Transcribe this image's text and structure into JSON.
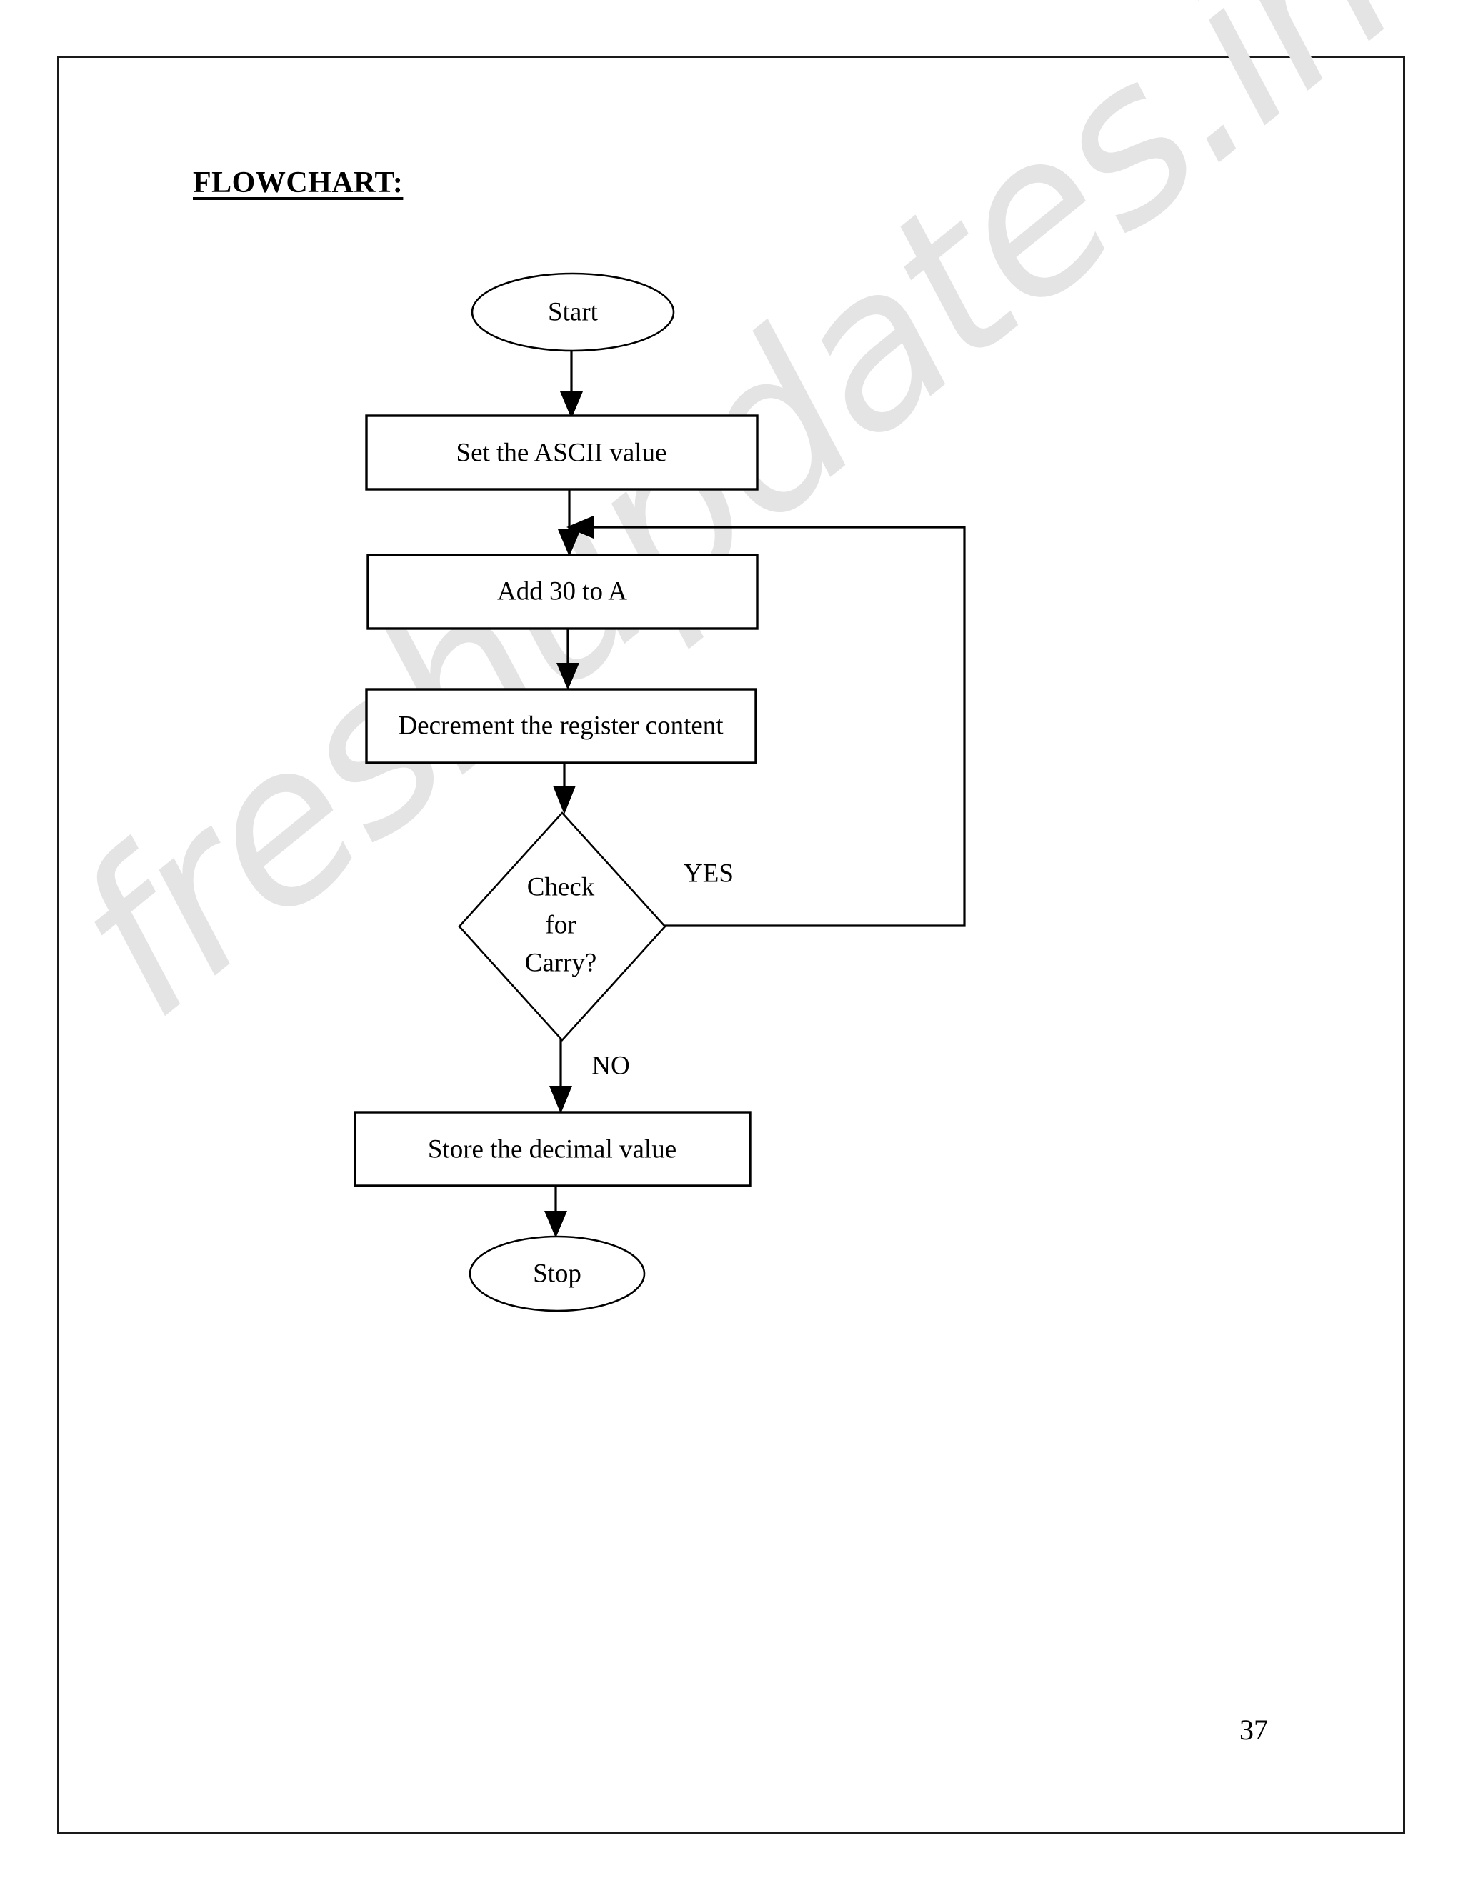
{
  "document": {
    "heading": "FLOWCHART:",
    "page_number": "37",
    "watermark": "freshupdates.in",
    "border_color": "#1a1a1a",
    "ink_color": "#000000",
    "paper_color": "#ffffff",
    "watermark_color": "#e4e4e4"
  },
  "chart_data": {
    "type": "diagram",
    "diagram_kind": "flowchart",
    "title": "FLOWCHART:",
    "orientation": "top-to-bottom",
    "nodes": [
      {
        "id": "start",
        "shape": "ellipse",
        "label": "Start"
      },
      {
        "id": "set_ascii",
        "shape": "process",
        "label": "Set the ASCII value"
      },
      {
        "id": "add30",
        "shape": "process",
        "label": "Add 30 to A"
      },
      {
        "id": "decrement",
        "shape": "process",
        "label": "Decrement the register content"
      },
      {
        "id": "check",
        "shape": "decision",
        "label": "Check for Carry?",
        "label_lines": [
          "Check",
          "for",
          "Carry?"
        ]
      },
      {
        "id": "store",
        "shape": "process",
        "label": "Store the decimal value"
      },
      {
        "id": "stop",
        "shape": "ellipse",
        "label": "Stop"
      }
    ],
    "edges": [
      {
        "from": "start",
        "to": "set_ascii",
        "label": ""
      },
      {
        "from": "set_ascii",
        "to": "add30",
        "label": ""
      },
      {
        "from": "add30",
        "to": "decrement",
        "label": ""
      },
      {
        "from": "decrement",
        "to": "check",
        "label": ""
      },
      {
        "from": "check",
        "to": "add30",
        "label": "YES",
        "routing": "right-loop-back"
      },
      {
        "from": "check",
        "to": "store",
        "label": "NO",
        "routing": "down"
      },
      {
        "from": "store",
        "to": "stop",
        "label": ""
      }
    ],
    "branch_labels": {
      "yes": "YES",
      "no": "NO"
    }
  }
}
